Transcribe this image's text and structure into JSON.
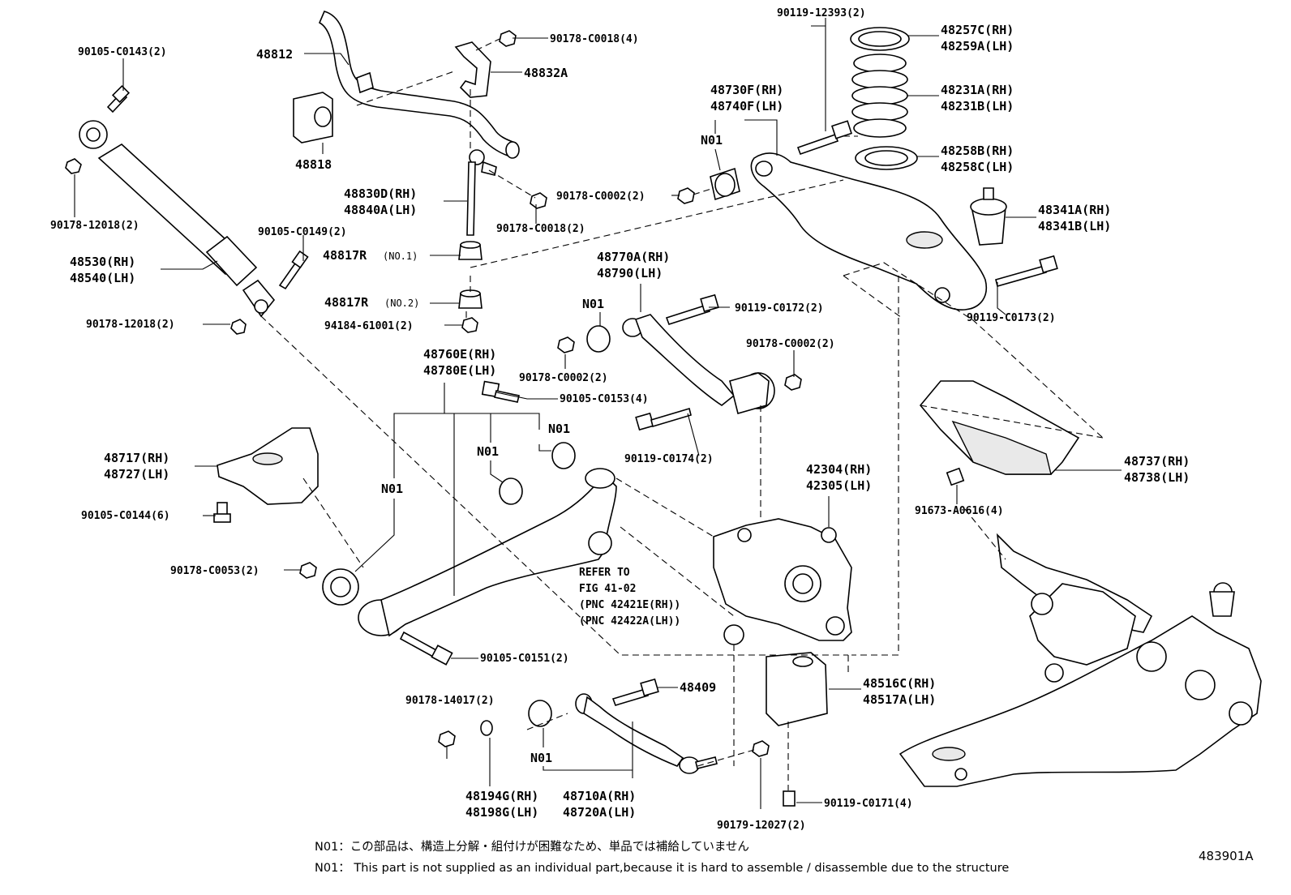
{
  "figure_code": "483901A",
  "notes": {
    "jp": "N01：この部品は、構造上分解・組付けが困難なため、単品では補給していません",
    "en": "N01： This part is not supplied as an individual part,because it is hard to assemble / disassemble due to the structure"
  },
  "labels": {
    "p90105_C0143": "90105-C0143(2)",
    "p48812": "48812",
    "p90178_C0018_4": "90178-C0018(4)",
    "p48832A": "48832A",
    "p90119_12393": "90119-12393(2)",
    "p48257C": "48257C(RH)",
    "p48259A": "48259A(LH)",
    "p48231A": "48231A(RH)",
    "p48231B": "48231B(LH)",
    "p48730F": "48730F(RH)",
    "p48740F": "48740F(LH)",
    "p48818": "48818",
    "n01_a": "N01",
    "p48258B": "48258B(RH)",
    "p48258C": "48258C(LH)",
    "p48830D": "48830D(RH)",
    "p48840A": "48840A(LH)",
    "p90178_C0002_a": "90178-C0002(2)",
    "p48341A": "48341A(RH)",
    "p48341B": "48341B(LH)",
    "p90178_12018_a": "90178-12018(2)",
    "p90178_C0018_2": "90178-C0018(2)",
    "p90105_C0149": "90105-C0149(2)",
    "p48530": "48530(RH)",
    "p48540": "48540(LH)",
    "p48817R_1": "48817R",
    "p48817R_1_sub": "(NO.1)",
    "p48770A": "48770A(RH)",
    "p48790": "48790(LH)",
    "p90119_C0173": "90119-C0173(2)",
    "n01_b": "N01",
    "p48817R_2": "48817R",
    "p48817R_2_sub": "(NO.2)",
    "p90119_C0172": "90119-C0172(2)",
    "p90178_12018_b": "90178-12018(2)",
    "p94184_61001": "94184-61001(2)",
    "p48760E": "48760E(RH)",
    "p48780E": "48780E(LH)",
    "p90178_C0002_b": "90178-C0002(2)",
    "p90178_C0002_c": "90178-C0002(2)",
    "p90105_C0153": "90105-C0153(4)",
    "n01_c": "N01",
    "n01_d": "N01",
    "p90119_C0174": "90119-C0174(2)",
    "p48717": "48717(RH)",
    "p48727": "48727(LH)",
    "p42304": "42304(RH)",
    "p42305": "42305(LH)",
    "p48737": "48737(RH)",
    "p48738": "48738(LH)",
    "n01_e": "N01",
    "p90105_C0144": "90105-C0144(6)",
    "p91673_A0616": "91673-A0616(4)",
    "p90178_C0053": "90178-C0053(2)",
    "refer_1": "REFER TO",
    "refer_2": "FIG 41-02",
    "refer_3": "(PNC 42421E(RH))",
    "refer_4": "(PNC 42422A(LH))",
    "p90105_C0151": "90105-C0151(2)",
    "p48516C": "48516C(RH)",
    "p48517A": "48517A(LH)",
    "p48409": "48409",
    "p90178_14017": "90178-14017(2)",
    "n01_f": "N01",
    "p48194G": "48194G(RH)",
    "p48198G": "48198G(LH)",
    "p48710A": "48710A(RH)",
    "p48720A": "48720A(LH)",
    "p90119_C0171": "90119-C0171(4)",
    "p90179_12027": "90179-12027(2)"
  }
}
